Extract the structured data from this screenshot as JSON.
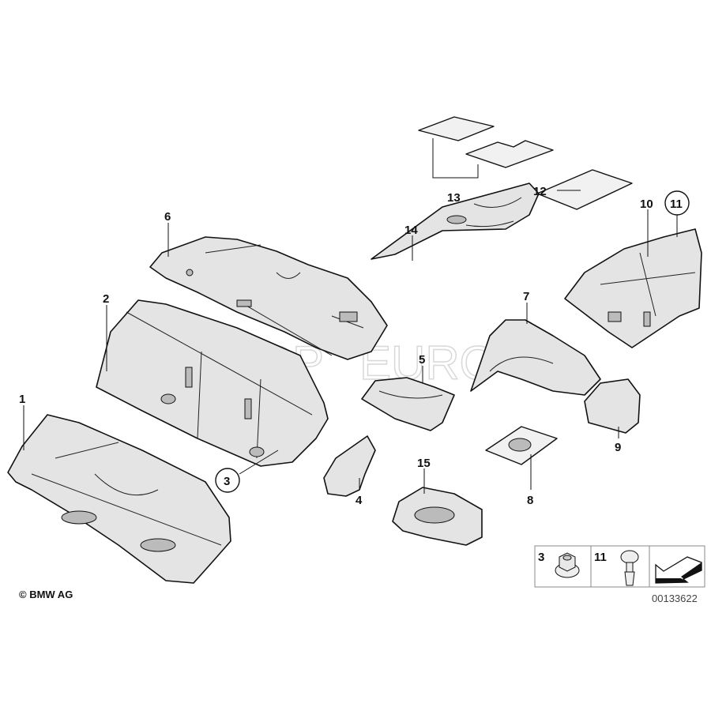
{
  "diagram": {
    "labels": {
      "p1": "1",
      "p2": "2",
      "p3": "3",
      "p4": "4",
      "p5": "5",
      "p6": "6",
      "p7": "7",
      "p8": "8",
      "p9": "9",
      "p10": "10",
      "p11": "11",
      "p12": "12",
      "p13": "13",
      "p14": "14",
      "p15": "15"
    },
    "legend_box": {
      "item_a": "3",
      "item_b": "11"
    },
    "copyright": "© BMW AG",
    "diagram_code": "00133622",
    "watermark": "FCP EURO"
  }
}
